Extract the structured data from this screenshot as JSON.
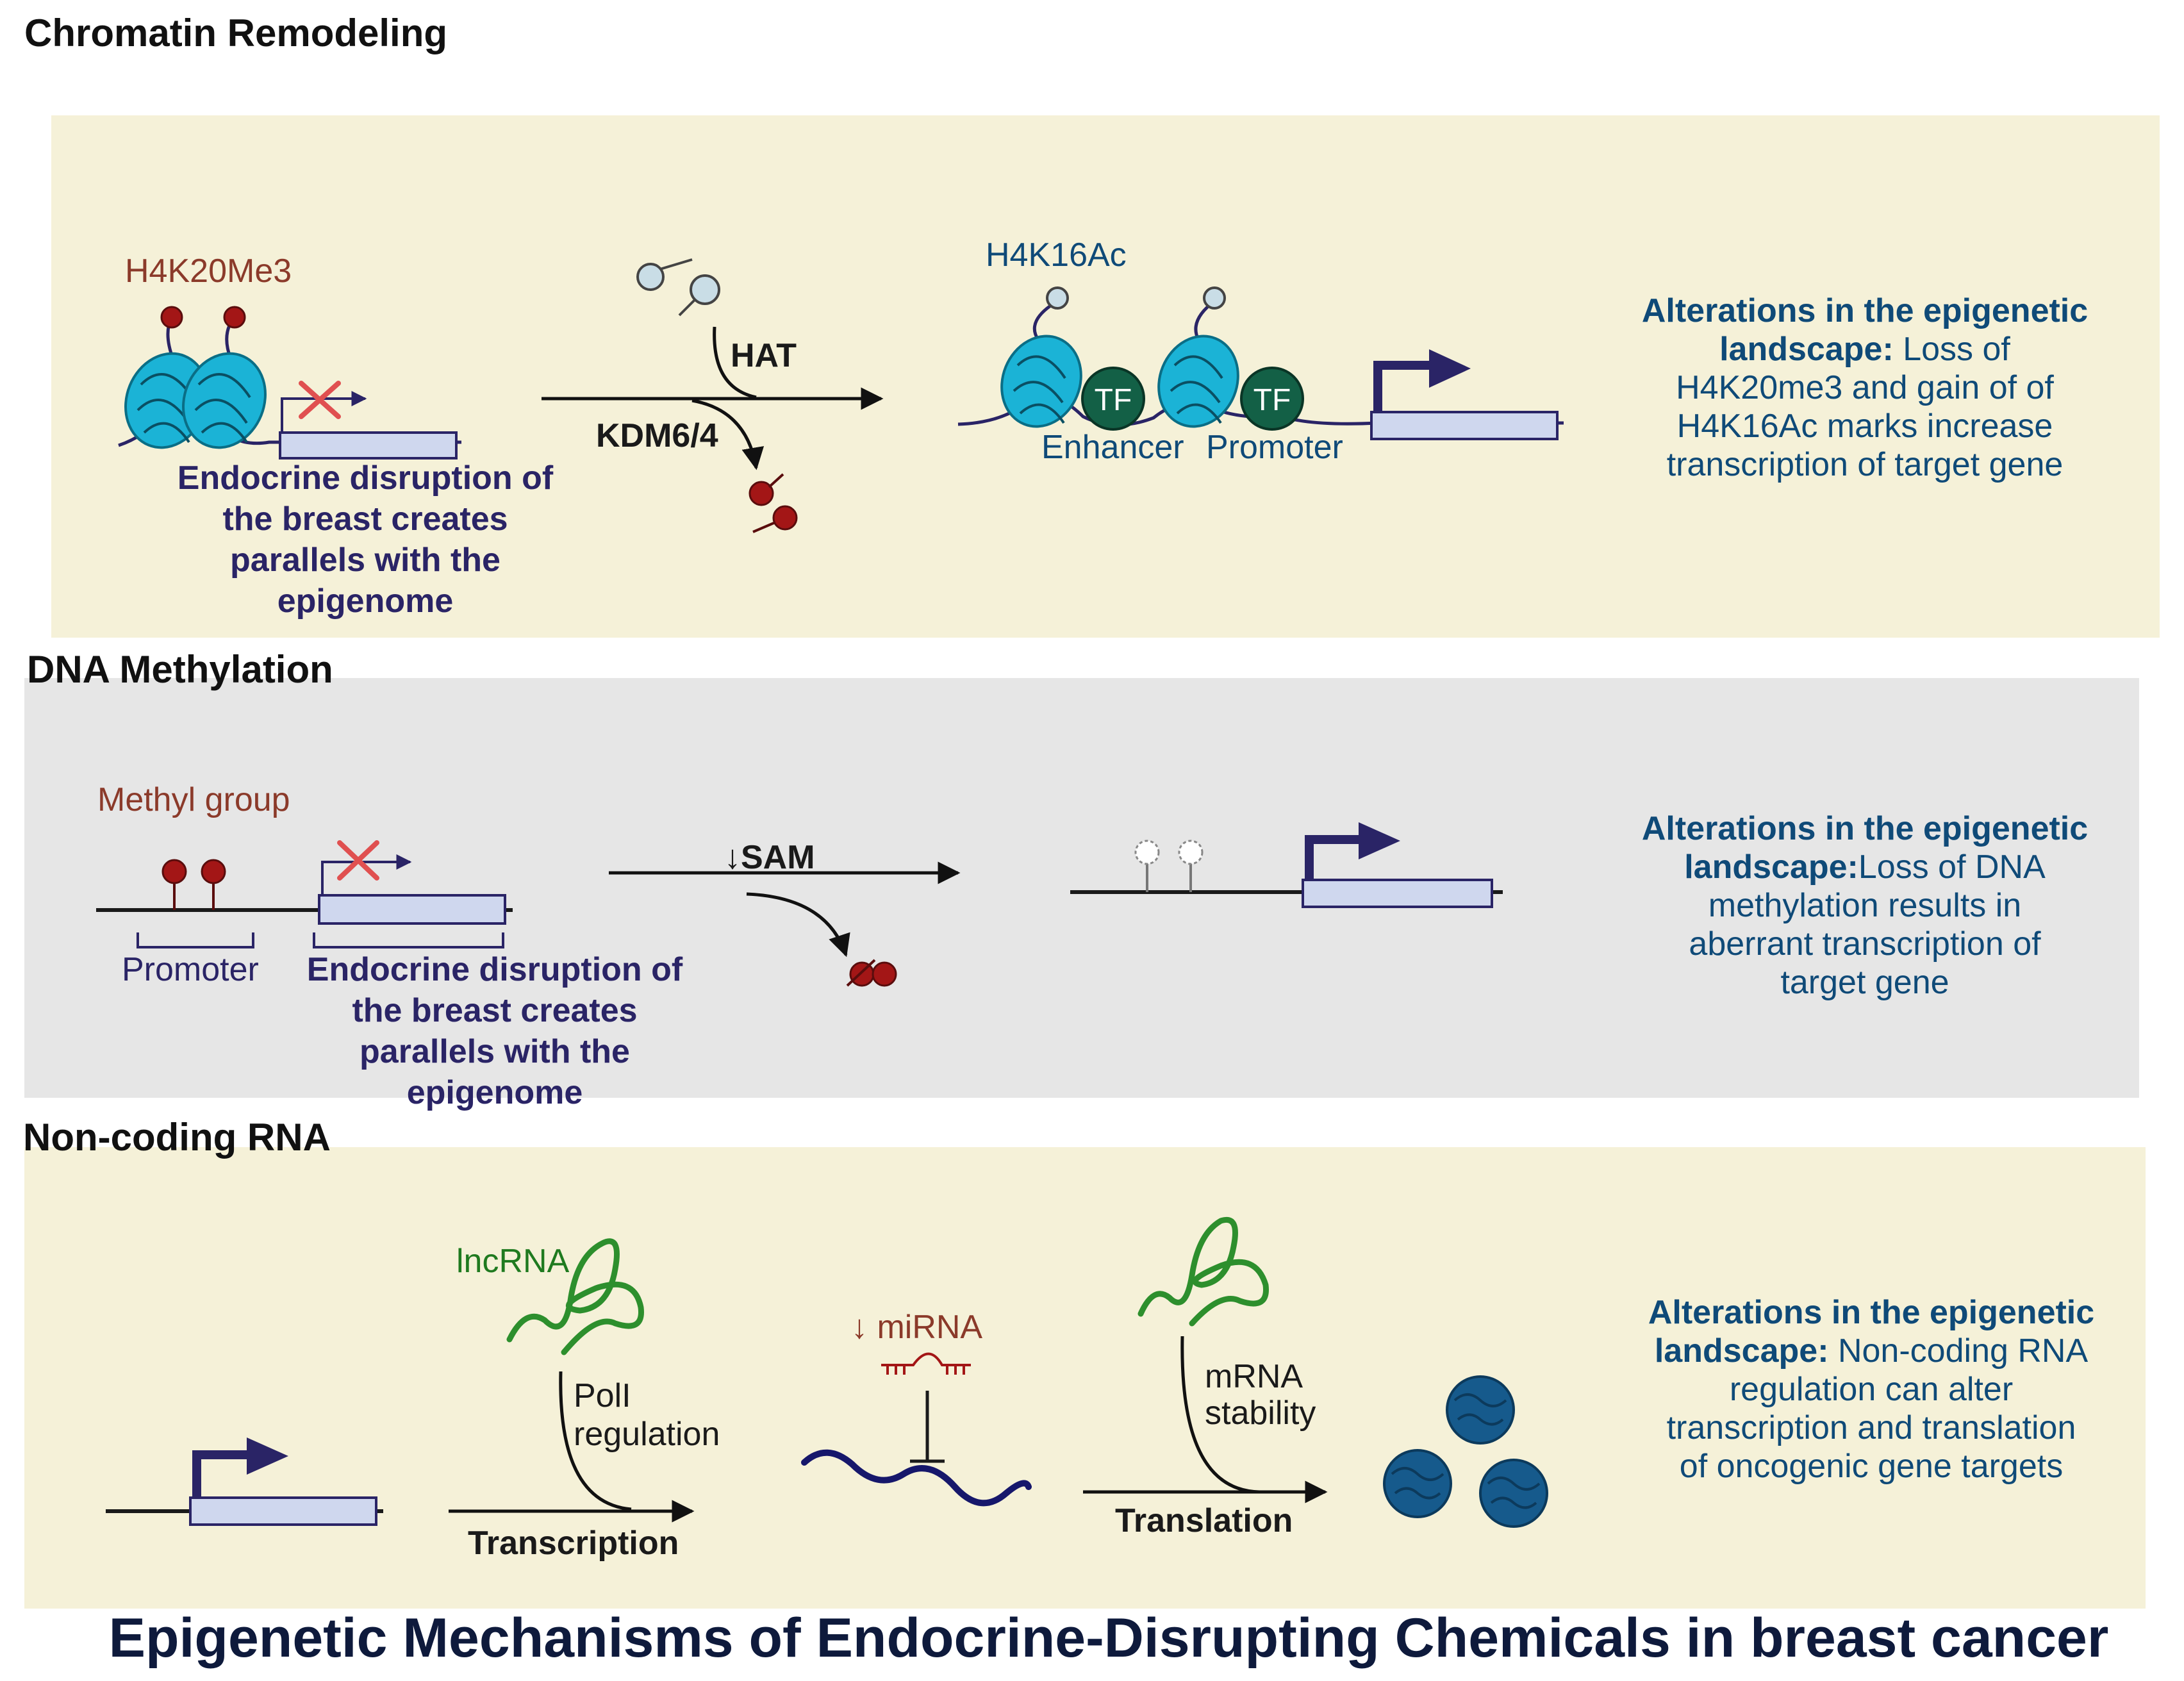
{
  "title": "Epigenetic Mechanisms of Endocrine-Disrupting Chemicals in breast cancer",
  "colors": {
    "cream_panel": "#f5f1d8",
    "grey_panel": "#e6e6e6",
    "gene_box": "#cfd7ee",
    "nucleosome": "#1bb3d6",
    "tf": "#136046",
    "methyl": "#a31616",
    "acetyl": "#c9dde6",
    "lncrna": "#2d8f2d",
    "mrna": "#16176b",
    "arrow_navy": "#2a2466",
    "protein": "#165a8c"
  },
  "chromatin": {
    "section_title": "Chromatin Remodeling",
    "mark_left": "H4K20Me3",
    "enzyme_up": "HAT",
    "enzyme_down": "KDM6/4",
    "mark_right": "H4K16Ac",
    "tf_label": "TF",
    "enhancer": "Enhancer",
    "promoter": "Promoter",
    "edc_lines": [
      "Endocrine disruption of",
      "the breast creates",
      "parallels with the",
      "epigenome"
    ],
    "alt_lines": [
      [
        "Alterations in the epigenetic",
        ""
      ],
      [
        "landscape:",
        " Loss of"
      ],
      [
        "",
        "H4K20me3 and gain of of"
      ],
      [
        "",
        "H4K16Ac marks increase"
      ],
      [
        "",
        "transcription of target gene"
      ]
    ]
  },
  "dna_methylation": {
    "section_title": "DNA Methylation",
    "methyl_label": "Methyl group",
    "promoter": "Promoter",
    "sam": "↓SAM",
    "edc_lines": [
      "Endocrine disruption of",
      "the breast creates",
      "parallels with the",
      "epigenome"
    ],
    "alt_lines": [
      [
        "Alterations in the epigenetic",
        ""
      ],
      [
        "landscape:",
        "Loss of DNA"
      ],
      [
        "",
        "methylation results in"
      ],
      [
        "",
        "aberrant transcription of"
      ],
      [
        "",
        "target gene"
      ]
    ]
  },
  "ncrna": {
    "section_title": "Non-coding RNA",
    "lncrna": "lncRNA",
    "pol_lines": [
      "PolI",
      "regulation"
    ],
    "transcription": "Transcription",
    "mirna": "↓ miRNA",
    "mrna_lines": [
      "mRNA",
      "stability"
    ],
    "translation": "Translation",
    "alt_lines": [
      [
        "Alterations in the epigenetic",
        ""
      ],
      [
        "landscape:",
        " Non-coding RNA"
      ],
      [
        "",
        "regulation can alter"
      ],
      [
        "",
        "transcription and translation"
      ],
      [
        "",
        "of oncogenic gene targets"
      ]
    ]
  }
}
